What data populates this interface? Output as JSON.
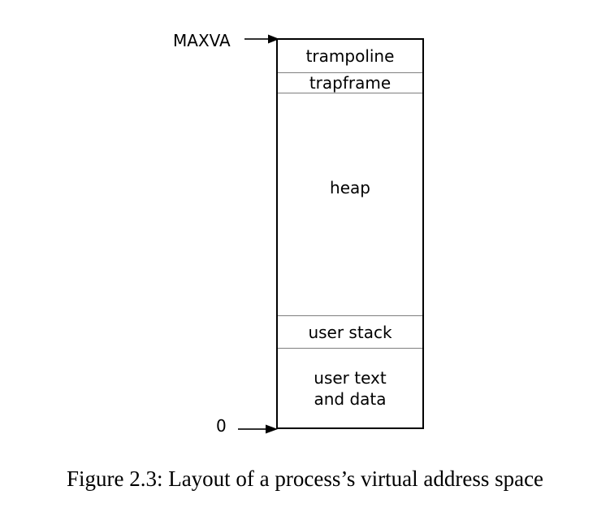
{
  "diagram": {
    "top_label": "MAXVA",
    "bottom_label": "0",
    "sections": [
      {
        "id": "trampoline",
        "lines": [
          "trampoline"
        ]
      },
      {
        "id": "trapframe",
        "lines": [
          "trapframe"
        ]
      },
      {
        "id": "heap",
        "lines": [
          "heap"
        ]
      },
      {
        "id": "user-stack",
        "lines": [
          "user stack"
        ]
      },
      {
        "id": "user-text-data",
        "lines": [
          "user text",
          "and data"
        ]
      }
    ],
    "colors": {
      "box_border": "#000000",
      "section_divider": "#7f7f7f",
      "text": "#000000",
      "background": "#ffffff"
    }
  },
  "caption": "Figure 2.3: Layout of a process’s virtual address space"
}
